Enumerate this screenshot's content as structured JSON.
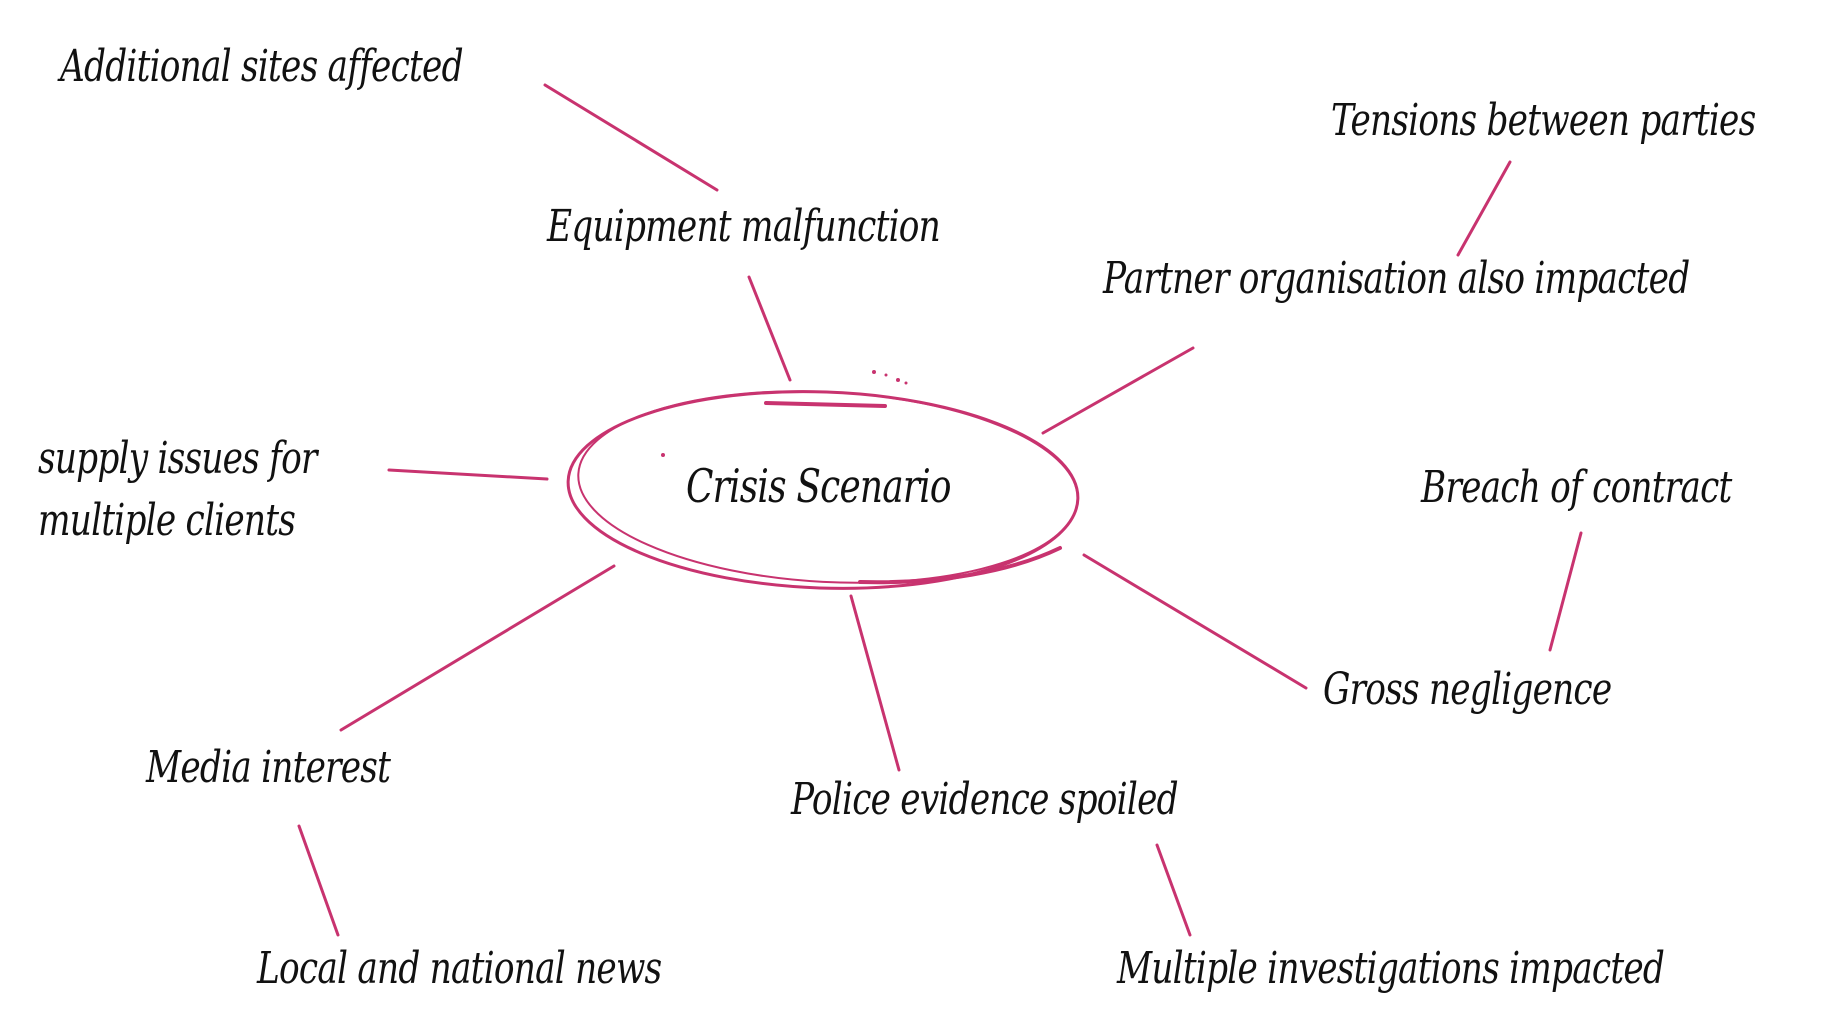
{
  "diagram": {
    "center": "Crisis Scenario",
    "nodes": {
      "additional_sites": "Additional sites affected",
      "equipment_malfunction": "Equipment malfunction",
      "tensions": "Tensions between parties",
      "partner_org": "Partner organisation also impacted",
      "supply_issues_line1": "supply issues for",
      "supply_issues_line2": "multiple clients",
      "breach": "Breach of contract",
      "gross_negligence": "Gross negligence",
      "media_interest": "Media interest",
      "police_evidence": "Police evidence spoiled",
      "local_news": "Local and national news",
      "multiple_investigations": "Multiple investigations impacted"
    },
    "colors": {
      "line": "#c8336f",
      "text": "#111111",
      "background": "#ffffff"
    }
  }
}
